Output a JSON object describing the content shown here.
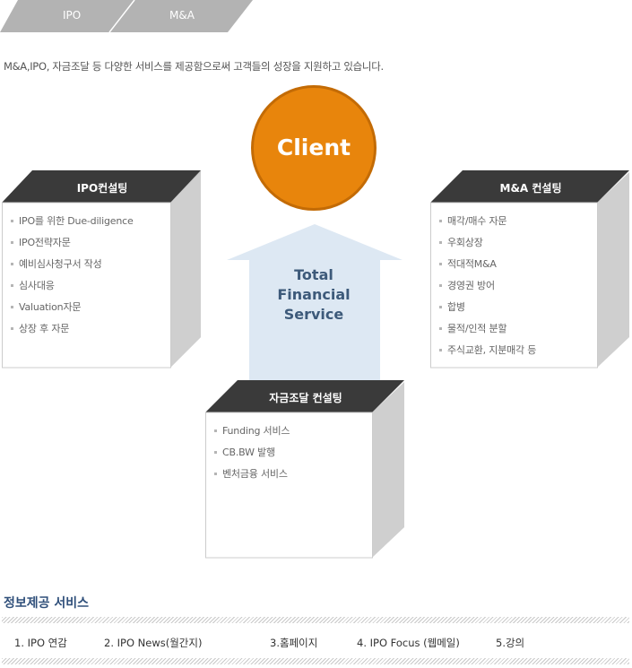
{
  "tabs": [
    {
      "label": "IPO"
    },
    {
      "label": "M&A"
    }
  ],
  "intro": "M&A,IPO, 자금조달 등 다양한 서비스를 제공함으로써 고객들의 성장을 지원하고 있습니다.",
  "client": "Client",
  "arrow_text": [
    "Total",
    "Financial",
    "Service"
  ],
  "boxes": {
    "ipo": {
      "title": "IPO컨설팅",
      "items": [
        "IPO를 위한 Due-diligence",
        "IPO전략자문",
        "예비심사청구서 작성",
        "심사대응",
        "Valuation자문",
        "상장 후 자문"
      ]
    },
    "ma": {
      "title": "M&A 컨설팅",
      "items": [
        "매각/매수 자문",
        "우회상장",
        "적대적M&A",
        "경영권 방어",
        "합병",
        "물적/인적 분할",
        "주식교환, 지분매각 등"
      ]
    },
    "funding": {
      "title": "자금조달 컨설팅",
      "items": [
        "Funding 서비스",
        "CB.BW 발행",
        "벤처금융 서비스"
      ]
    }
  },
  "info": {
    "title": "정보제공 서비스",
    "services": [
      "1. IPO 연감",
      "2. IPO News(월간지)",
      "3.홈페이지",
      "4. IPO Focus (웹메일)",
      "5.강의"
    ]
  },
  "colors": {
    "tab": "#b3b3b3",
    "client": "#e8850c",
    "box_header": "#3a3a3a",
    "box_side": "#c9c9c9",
    "arrow": "#dde8f3",
    "title_blue": "#2f4f7a"
  }
}
